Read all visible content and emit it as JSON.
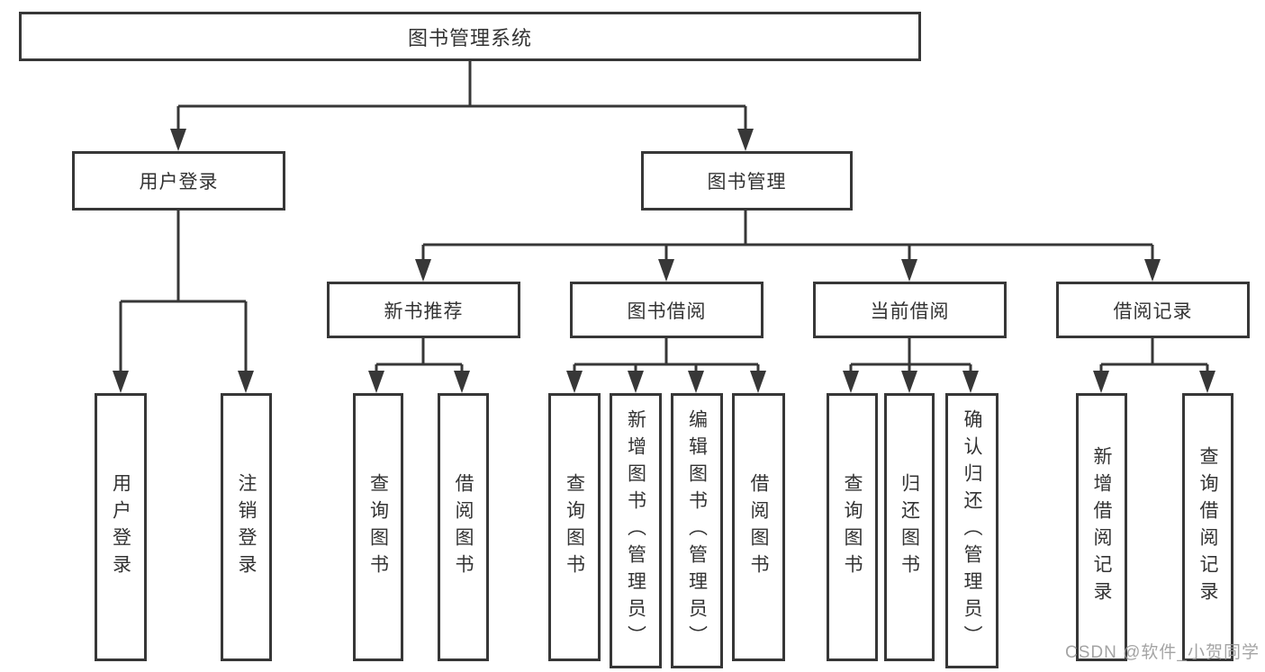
{
  "diagram": {
    "root": "图书管理系统",
    "branches": {
      "user": {
        "label": "用户登录",
        "children": [
          "用户登录",
          "注销登录"
        ]
      },
      "book": {
        "label": "图书管理",
        "sections": [
          {
            "label": "新书推荐",
            "children": [
              "查询图书",
              "借阅图书"
            ]
          },
          {
            "label": "图书借阅",
            "children": [
              "查询图书",
              "新增图书（管理员）",
              "编辑图书（管理员）",
              "借阅图书"
            ]
          },
          {
            "label": "当前借阅",
            "children": [
              "查询图书",
              "归还图书",
              "确认归还（管理员）"
            ]
          },
          {
            "label": "借阅记录",
            "children": [
              "新增借阅记录",
              "查询借阅记录"
            ]
          }
        ]
      }
    }
  },
  "watermark": "CSDN @软件_小贺同学",
  "colors": {
    "line": "#373737",
    "box_border": "#373737",
    "text": "#333333",
    "watermark": "#9b9b9b",
    "background": "#ffffff"
  }
}
